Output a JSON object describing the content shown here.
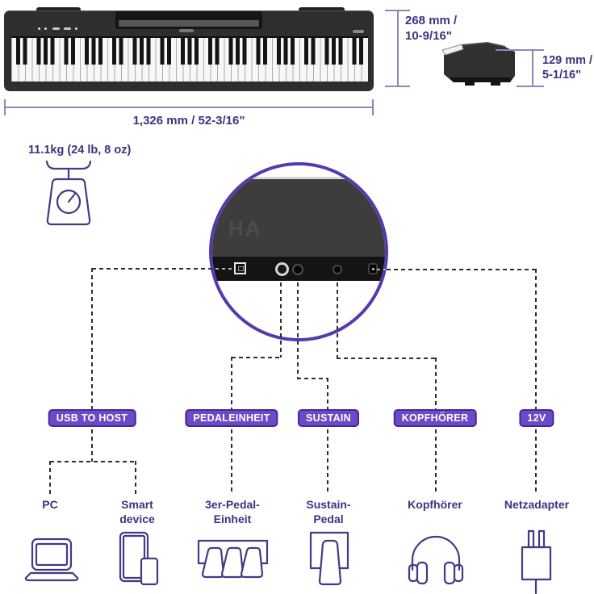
{
  "dimensions": {
    "width": "1,326 mm / 52-3/16\"",
    "height_l1": "268 mm /",
    "height_l2": "10-9/16\"",
    "depth_l1": "129 mm /",
    "depth_l2": "5-1/16\"",
    "weight": "11.1kg (24 lb, 8 oz)"
  },
  "rear_panel": {
    "logo_fragment": "HA"
  },
  "badges": [
    {
      "label": "USB TO HOST"
    },
    {
      "label": "PEDALEINHEIT"
    },
    {
      "label": "SUSTAIN"
    },
    {
      "label": "KOPFHÖRER"
    },
    {
      "label": "12V"
    }
  ],
  "devices": [
    {
      "line1": "PC",
      "line2": "",
      "icon": "laptop-icon"
    },
    {
      "line1": "Smart",
      "line2": "device",
      "icon": "smart-device-icon"
    },
    {
      "line1": "3er-Pedal-",
      "line2": "Einheit",
      "icon": "triple-pedal-icon"
    },
    {
      "line1": "Sustain-",
      "line2": "Pedal",
      "icon": "sustain-pedal-icon"
    },
    {
      "line1": "Kopfhörer",
      "line2": "",
      "icon": "headphones-icon"
    },
    {
      "line1": "Netzadapter",
      "line2": "",
      "icon": "power-adapter-icon"
    }
  ],
  "colors": {
    "accent_purple": "#5639ae",
    "badge_bg": "#6a4ac6",
    "badge_border": "#44289c",
    "text_navy": "#3b3382",
    "dash": "#2e2e2e"
  }
}
